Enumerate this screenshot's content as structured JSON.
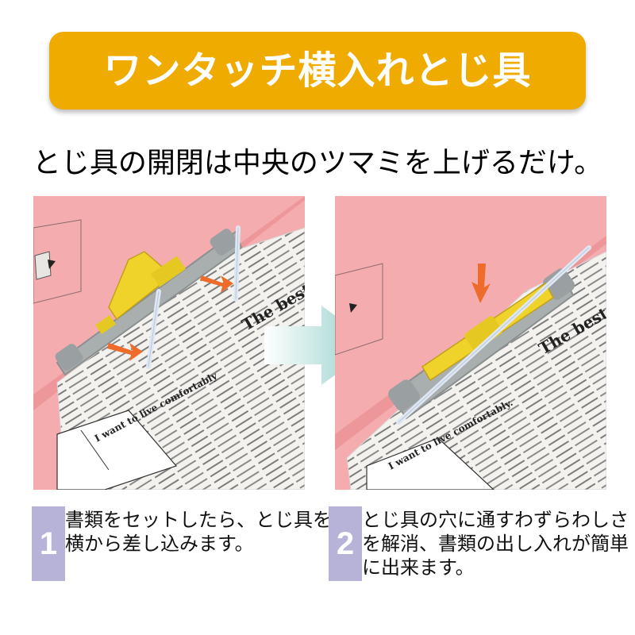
{
  "banner": {
    "title": "ワンタッチ横入れとじ具"
  },
  "subtitle": "とじ具の開閉は中央のツマミを上げるだけ。",
  "photos": [
    {
      "book_heading": "The best",
      "book_subheading": "I want to live comfortably"
    },
    {
      "book_heading": "The best for co",
      "book_subheading": "I want to live comfortably."
    }
  ],
  "steps": [
    {
      "number": "1",
      "lines": [
        "書類をセットしたら、とじ具を",
        "横から差し込みます。"
      ]
    },
    {
      "number": "2",
      "lines": [
        "とじ具の穴に通すわずらわしさ",
        "を解消、書類の出し入れが簡単",
        "に出来ます。"
      ]
    }
  ],
  "colors": {
    "banner": "#efab00",
    "folder_pink": "#f3a4a8",
    "binder_gray": "#a3a9a8",
    "lever_yellow": "#f0d32a",
    "pointer_orange": "#ee6b2a",
    "step_badge": "#b7b2d8",
    "arrow_teal": "#9fd2cc"
  }
}
